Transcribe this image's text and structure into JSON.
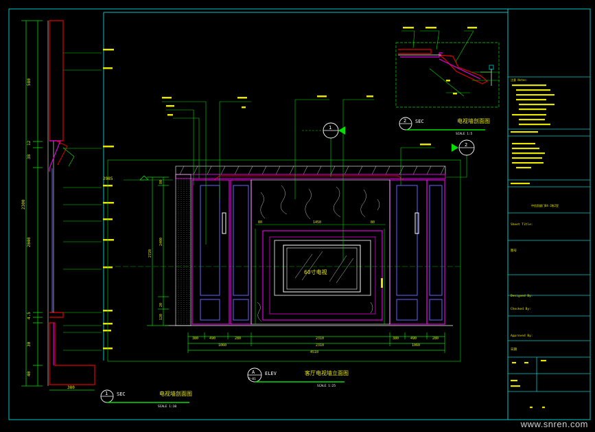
{
  "watermark": "www.snren.com",
  "colors": {
    "frame": "#00c8c8",
    "green": "#00e000",
    "yellow": "#e6e600",
    "magenta": "#e000e0",
    "red": "#e00000",
    "white": "#ffffff",
    "blue": "#6464ff"
  },
  "drawings": {
    "left_section": {
      "number": "1",
      "code": "SEC",
      "title": "电视墙剖面图",
      "scale": "SCALE 1:10",
      "width_dim": "380"
    },
    "detail": {
      "number": "2",
      "code": "SEC",
      "title": "电视墙剖面图",
      "scale": "SCALE 1:5"
    },
    "elevation": {
      "letter": "A",
      "sheet": "P-01",
      "code": "ELEV",
      "title": "客厅电视墙立面图",
      "scale": "SCALE 1:25",
      "tv_label": "60寸电视",
      "marker_1": "1",
      "marker_2": "2",
      "level_mark": "2985",
      "bottom_dims": [
        "380",
        "490",
        "280",
        "2310",
        "380",
        "490",
        "280"
      ],
      "bottom_sub": [
        "1060",
        "2310",
        "1060"
      ],
      "bottom_total": "4510"
    }
  },
  "title_block": {
    "project": "中信凯旋门B4-2栋2室",
    "sheet_title_label": "Sheet Title:",
    "designer_label": "Designed By:",
    "checked_label": "Checked By:",
    "approved_label": "Approved By:",
    "notes_label": "注意 Notes:",
    "drawing_label": "图号",
    "date_label": "日期"
  }
}
